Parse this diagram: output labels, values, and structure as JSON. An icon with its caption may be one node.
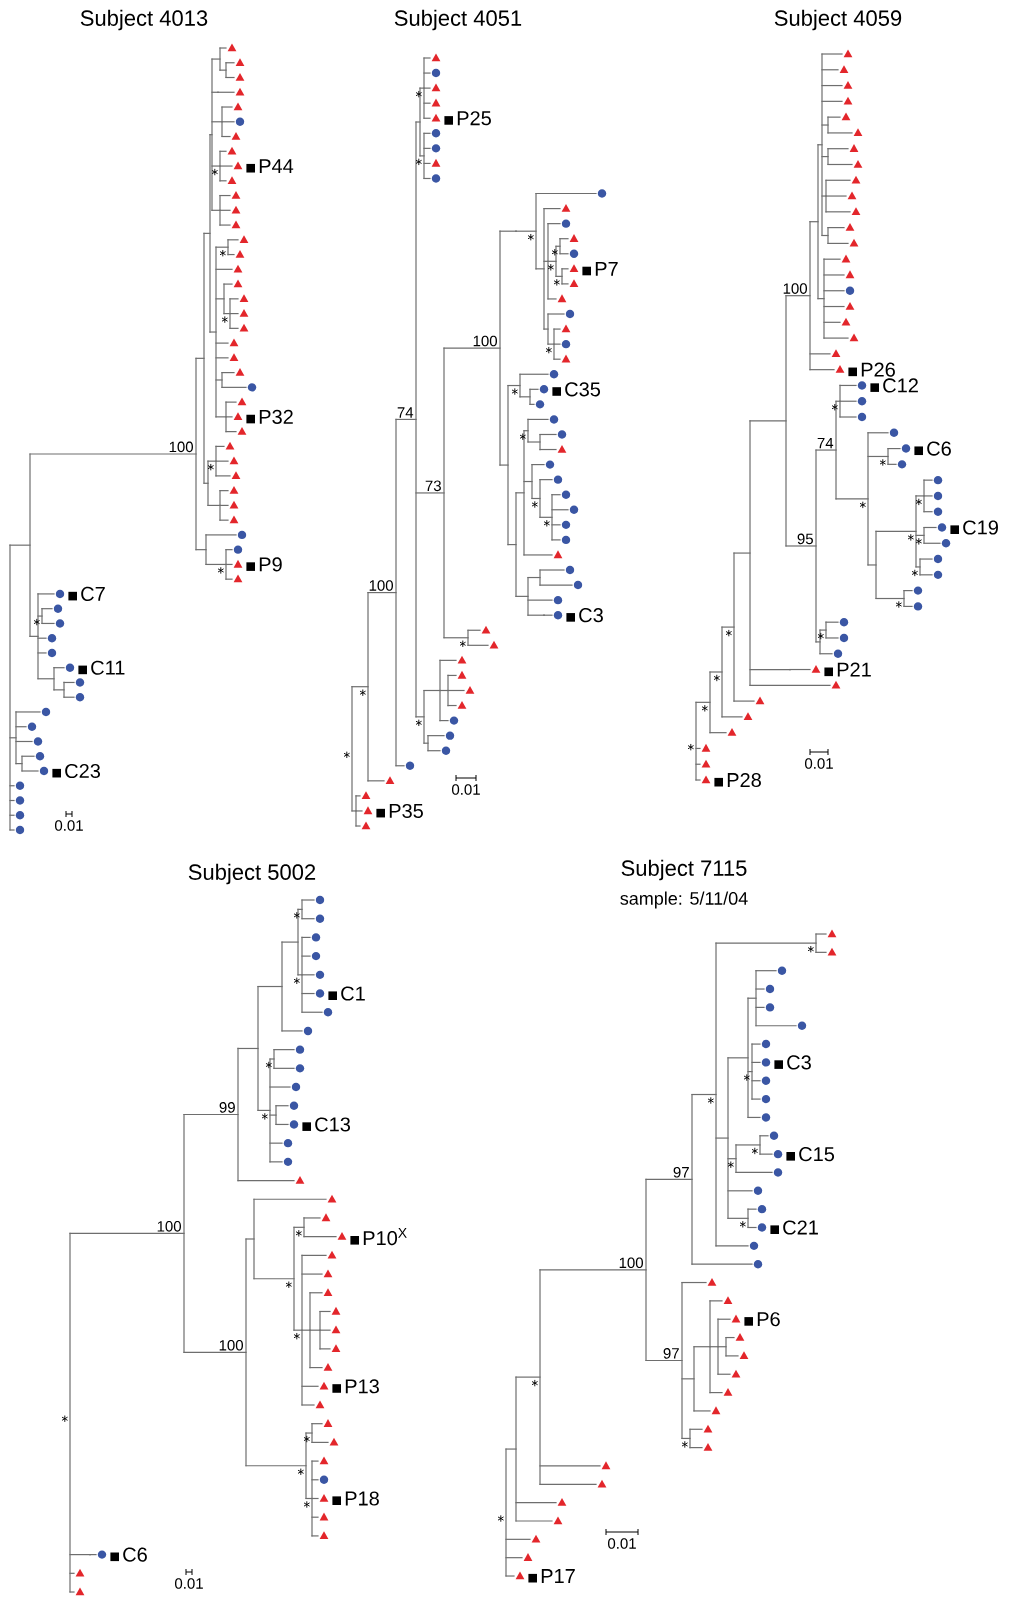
{
  "diagram": {
    "labels": [
      "Subject 4013",
      "P44",
      "P32",
      "100",
      "P9",
      "C7",
      "C11",
      "C23",
      "0.01",
      "Subject 4051",
      "P25",
      "P7",
      "100",
      "C35",
      "74",
      "73",
      "100",
      "C3",
      "0.01",
      "P35",
      "Subject 4059",
      "100",
      "P26",
      "C12",
      "74",
      "C6",
      "C19",
      "95",
      "P21",
      "0.01",
      "P28",
      "Subject 5002",
      "C1",
      "99",
      "C13",
      "100",
      "P10$^{X}$",
      "100",
      "P13",
      "P18",
      "C6",
      "0.01",
      "Subject 7115",
      "sample: 5/11/04",
      "C3",
      "C15",
      "97",
      "C21",
      "100",
      "P6",
      "97",
      "P17",
      "0.01"
    ]
  }
}
